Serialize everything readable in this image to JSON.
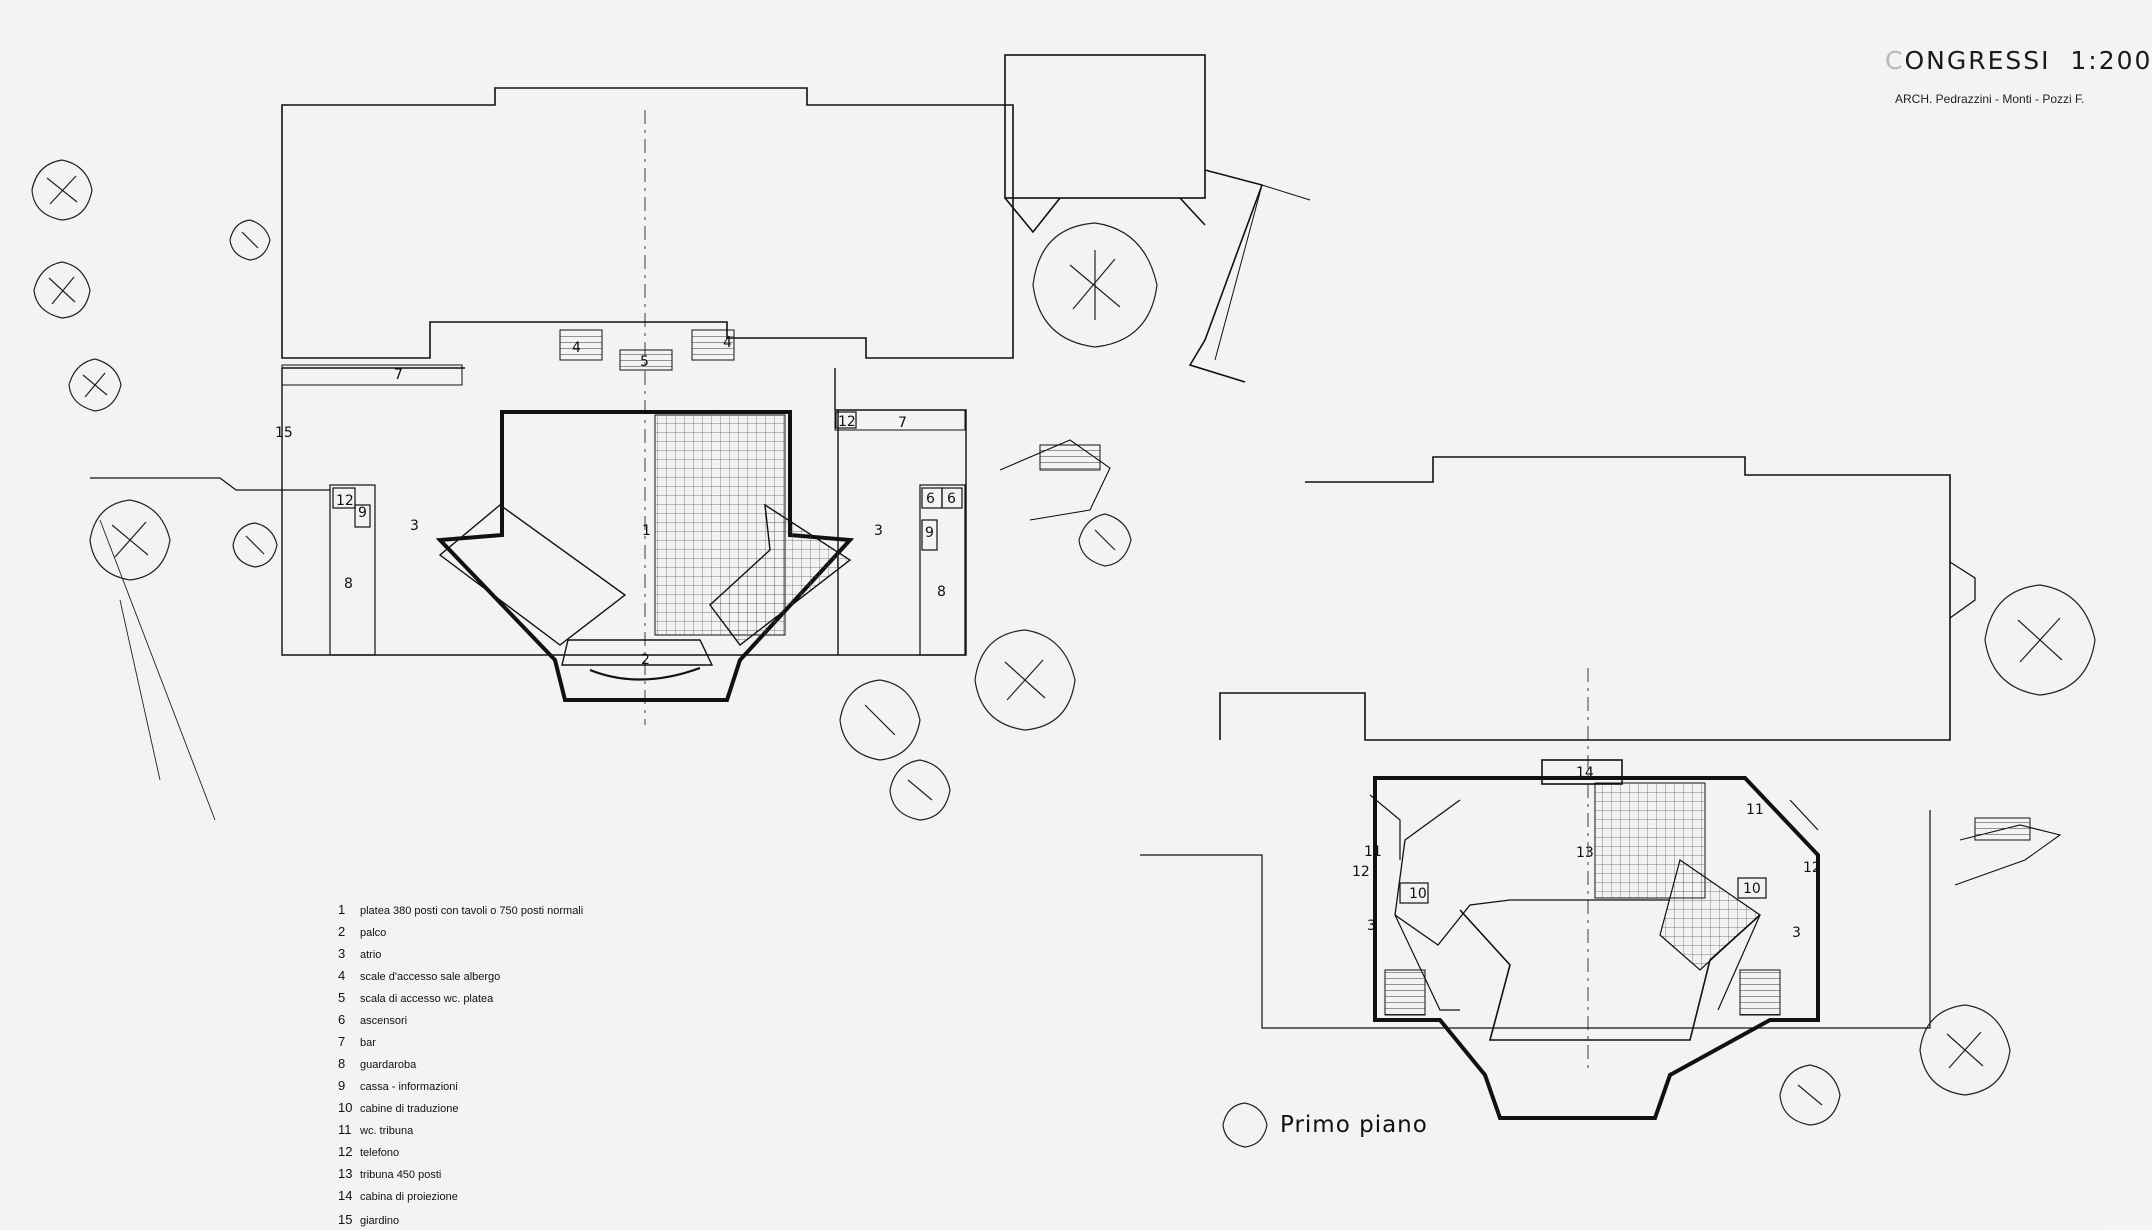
{
  "title": {
    "prefix": "C",
    "text": "ONGRESSI",
    "scale": "1:200"
  },
  "architects": "ARCH. Pedrazzini - Monti - Pozzi F.",
  "floor_label": "Primo piano",
  "legend": [
    {
      "num": "1",
      "text": "platea  380 posti  con tavoli  o  750 posti normali"
    },
    {
      "num": "2",
      "text": "palco"
    },
    {
      "num": "3",
      "text": "atrio"
    },
    {
      "num": "4",
      "text": "scale d'accesso  sale albergo"
    },
    {
      "num": "5",
      "text": "scala  di accesso  wc. platea"
    },
    {
      "num": "6",
      "text": "ascensori"
    },
    {
      "num": "7",
      "text": "bar"
    },
    {
      "num": "8",
      "text": "guardaroba"
    },
    {
      "num": "9",
      "text": "cassa - informazioni"
    },
    {
      "num": "10",
      "text": "cabine  di  traduzione"
    },
    {
      "num": "11",
      "text": "wc.  tribuna"
    },
    {
      "num": "12",
      "text": "telefono"
    },
    {
      "num": "13",
      "text": "tribuna   450  posti"
    },
    {
      "num": "14",
      "text": "cabina  di  proiezione"
    },
    {
      "num": "15",
      "text": "giardino"
    }
  ],
  "room_numbers": {
    "n1": "1",
    "n2": "2",
    "n3": "3",
    "n4": "4",
    "n5": "5",
    "n6": "6",
    "n7": "7",
    "n8": "8",
    "n9": "9",
    "n10": "10",
    "n11": "11",
    "n12": "12",
    "n13": "13",
    "n14": "14",
    "n15": "15"
  }
}
